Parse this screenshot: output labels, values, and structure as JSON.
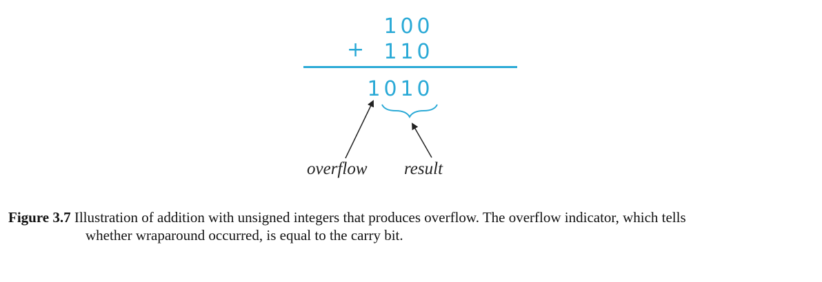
{
  "figure": {
    "operand_a": [
      "1",
      "0",
      "0"
    ],
    "operand_b": [
      "1",
      "1",
      "0"
    ],
    "operator": "+",
    "sum": [
      "1",
      "0",
      "1",
      "0"
    ],
    "labels": {
      "overflow": "overflow",
      "result": "result"
    },
    "colors": {
      "digits": "#29a9d6",
      "annotation": "#222222"
    }
  },
  "caption": {
    "number": "Figure 3.7",
    "line1": " Illustration of addition with unsigned integers that produces overflow. The overflow indicator, which tells",
    "line2": "whether wraparound occurred, is equal to the carry bit."
  }
}
